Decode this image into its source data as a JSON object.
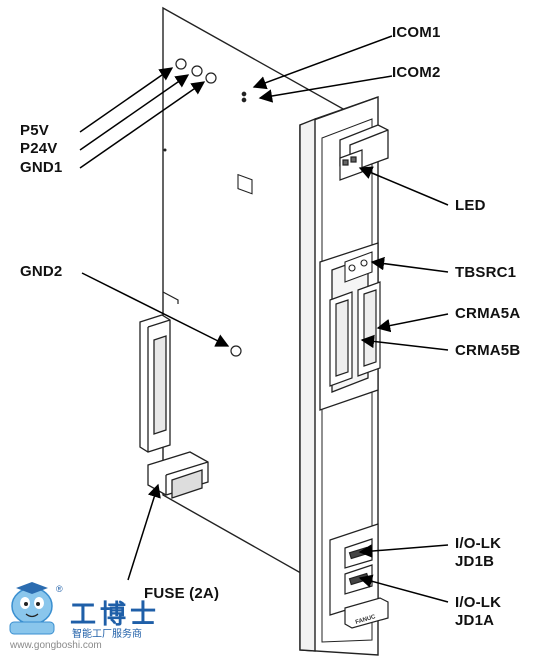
{
  "labels": {
    "icom1": "ICOM1",
    "icom2": "ICOM2",
    "p5v": "P5V",
    "p24v": "P24V",
    "gnd1": "GND1",
    "led": "LED",
    "gnd2": "GND2",
    "tbsrc1": "TBSRC1",
    "crma5a": "CRMA5A",
    "crma5b": "CRMA5B",
    "iolk_jd1b_line1": "I/O-LK",
    "iolk_jd1b_line2": "JD1B",
    "iolk_jd1a_line1": "I/O-LK",
    "iolk_jd1a_line2": "JD1A",
    "fuse": "FUSE (2A)"
  },
  "faceplate_brand": "FANUC",
  "watermark": {
    "brand_cn": "工博士",
    "slogan_cn": "智能工厂服务商",
    "url": "www.gongboshi.com",
    "registered": "®"
  }
}
